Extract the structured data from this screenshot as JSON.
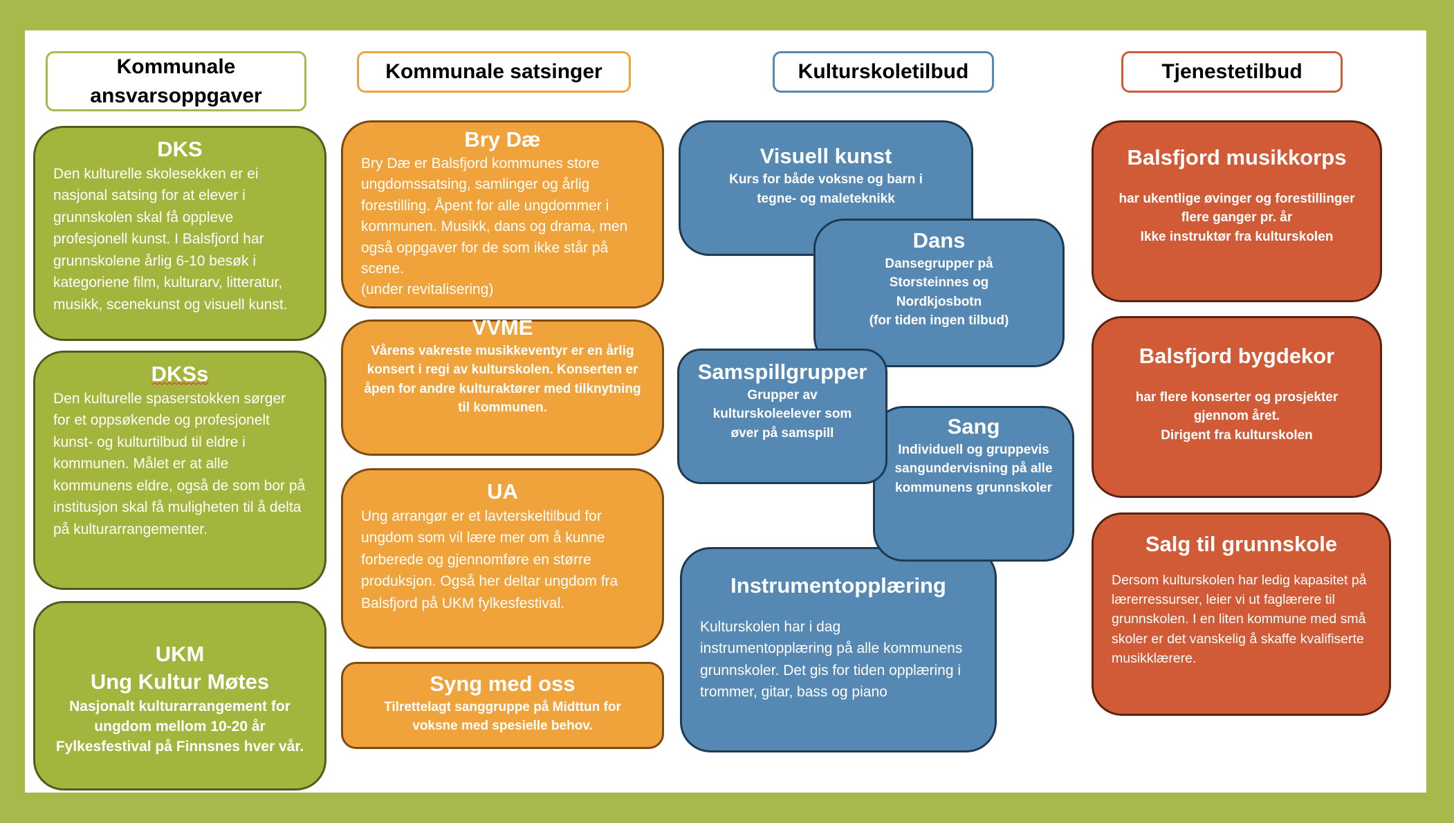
{
  "colors": {
    "green": "#a3b53d",
    "orange": "#f0a33b",
    "blue": "#5588b2",
    "red": "#d05b36",
    "frame": "#a9b84a"
  },
  "headers": {
    "col1": "Kommunale ansvarsoppgaver",
    "col2": "Kommunale satsinger",
    "col3": "Kulturskoletilbud",
    "col4": "Tjenestetilbud"
  },
  "col1": {
    "dks": {
      "title": "DKS",
      "body": "Den kulturelle skolesekken er ei nasjonal satsing for at elever i grunnskolen skal få oppleve profesjonell kunst. I Balsfjord har grunnskolene årlig 6-10 besøk i kategoriene film, kulturarv, litteratur, musikk, scenekunst og visuell kunst."
    },
    "dkss": {
      "title": "DKSs",
      "body": "Den kulturelle spaserstokken sørger for et oppsøkende og profesjonelt kunst- og kulturtilbud til eldre i kommunen. Målet er at alle kommunens eldre, også de som bor på institusjon skal få muligheten til å delta på kulturarrangementer."
    },
    "ukm": {
      "title": "UKM\nUng Kultur Møtes",
      "body": "Nasjonalt kulturarrangement for ungdom mellom 10-20 år\nFylkesfestival på Finnsnes hver vår."
    }
  },
  "col2": {
    "brydae": {
      "title": "Bry Dæ",
      "body": "Bry Dæ er Balsfjord  kommunes store ungdomssatsing, samlinger og årlig forestilling. Åpent for alle ungdommer i kommunen. Musikk, dans og drama, men også oppgaver for de som ikke står på scene.\n(under revitalisering)"
    },
    "vvme": {
      "title": "VVME",
      "body": "Vårens vakreste musikkeventyr er en årlig konsert i regi av kulturskolen. Konserten er åpen for andre kulturaktører med tilknytning til kommunen."
    },
    "ua": {
      "title": "UA",
      "body": "Ung arrangør er et lavterskeltilbud for ungdom som vil lære mer om å kunne forberede og gjennomføre en større produksjon. Også her deltar ungdom fra Balsfjord på UKM fylkesfestival."
    },
    "syng": {
      "title": "Syng med oss",
      "body": "Tilrettelagt sanggruppe på Midttun for voksne med spesielle behov."
    }
  },
  "col3": {
    "visuell": {
      "title": "Visuell kunst",
      "body": "Kurs for både voksne og barn i tegne- og maleteknikk"
    },
    "dans": {
      "title": "Dans",
      "body": "Dansegrupper på Storsteinnes og Nordkjosbotn\n(for tiden ingen tilbud)"
    },
    "samspill": {
      "title": "Samspillgrupper",
      "body": "Grupper av kulturskoleelever som øver på samspill"
    },
    "sang": {
      "title": "Sang",
      "body": "Individuell og gruppevis sangundervisning på alle kommunens grunnskoler"
    },
    "instrument": {
      "title": "Instrumentopplæring",
      "body": "Kulturskolen har i dag instrumentopplæring på alle kommunens grunnskoler. Det gis for tiden opplæring i trommer, gitar, bass og piano"
    }
  },
  "col4": {
    "musikkorps": {
      "title": "Balsfjord musikkorps",
      "body": "har ukentlige øvinger og forestillinger flere ganger pr. år\nIkke instruktør fra kulturskolen"
    },
    "bygdekor": {
      "title": "Balsfjord bygdekor",
      "body": "har flere konserter og prosjekter gjennom året.\nDirigent fra kulturskolen"
    },
    "salg": {
      "title": "Salg til grunnskole",
      "body": "Dersom kulturskolen har ledig kapasitet på lærerressurser, leier vi ut faglærere til grunnskolen. I en liten kommune med små skoler er det vanskelig å skaffe kvalifiserte musikklærere."
    }
  }
}
